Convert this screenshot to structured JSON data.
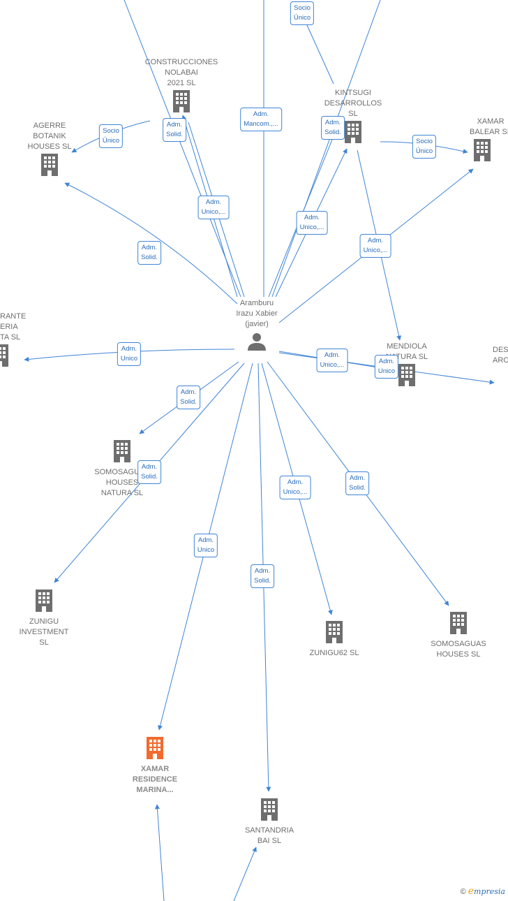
{
  "person": {
    "name": "Aramburu\nIrazu Xabier\n(javier)",
    "icon": "person-icon"
  },
  "companies": [
    {
      "id": "construcciones",
      "name": "CONSTRUCCIONES\nNOLABAI\n2021  SL",
      "icon": "building-icon"
    },
    {
      "id": "agerre",
      "name": "AGERRE\nBOTANIK\nHOUSES  SL",
      "icon": "building-icon"
    },
    {
      "id": "kintsugi",
      "name": "KINTSUGI\nDESARROLLOS\nSL",
      "icon": "building-icon"
    },
    {
      "id": "xamar_balear",
      "name": "XAMAR\nBALEAR  SL",
      "icon": "building-icon"
    },
    {
      "id": "left_partial",
      "name": "RANTE\nERIA\nTA SL",
      "icon": "building-icon"
    },
    {
      "id": "mendiola",
      "name": "MENDIOLA\nNATURA  SL",
      "icon": "building-icon"
    },
    {
      "id": "right_partial",
      "name": "DES\nARC",
      "icon": "building-icon"
    },
    {
      "id": "somosaguas_natura",
      "name": "SOMOSAGUAS\nHOUSES\nNATURA  SL",
      "icon": "building-icon"
    },
    {
      "id": "zunigu_investment",
      "name": "ZUNIGU\nINVESTMENT\nSL",
      "icon": "building-icon"
    },
    {
      "id": "zunigu62",
      "name": "ZUNIGU62  SL",
      "icon": "building-icon"
    },
    {
      "id": "somosaguas_houses",
      "name": "SOMOSAGUAS\nHOUSES  SL",
      "icon": "building-icon"
    },
    {
      "id": "xamar_residence",
      "name": "XAMAR\nRESIDENCE\nMARINA...",
      "icon": "building-icon",
      "highlight": "#f26a2e"
    },
    {
      "id": "santandria",
      "name": "SANTANDRIA\nBAI  SL",
      "icon": "building-icon"
    }
  ],
  "relations": [
    {
      "label": "Socio\nÚnico"
    },
    {
      "label": "Adm.\nSolid."
    },
    {
      "label": "Adm.\nMancom.,..."
    },
    {
      "label": "Adm.\nSolid."
    },
    {
      "label": "Adm.\nUnico,..."
    },
    {
      "label": "Socio\nÚnico"
    },
    {
      "label": "Socio\nÚnico"
    },
    {
      "label": "Adm.\nSolid."
    },
    {
      "label": "Adm.\nUnico,..."
    },
    {
      "label": "Adm.\nUnico,..."
    },
    {
      "label": "Adm.\nUnico"
    },
    {
      "label": "Adm.\nUnico,..."
    },
    {
      "label": "Adm.\nUnico"
    },
    {
      "label": "Adm.\nSolid."
    },
    {
      "label": "Adm.\nSolid."
    },
    {
      "label": "Adm.\nUnico,..."
    },
    {
      "label": "Adm.\nSolid."
    },
    {
      "label": "Adm.\nUnico"
    },
    {
      "label": "Adm.\nSolid."
    }
  ],
  "colors": {
    "edge": "#3f84d6",
    "building": "#6e6e6e",
    "focus": "#f26a2e"
  },
  "footer": {
    "copyright": "©",
    "brand_initial": "e",
    "brand_rest": "mpresia"
  }
}
